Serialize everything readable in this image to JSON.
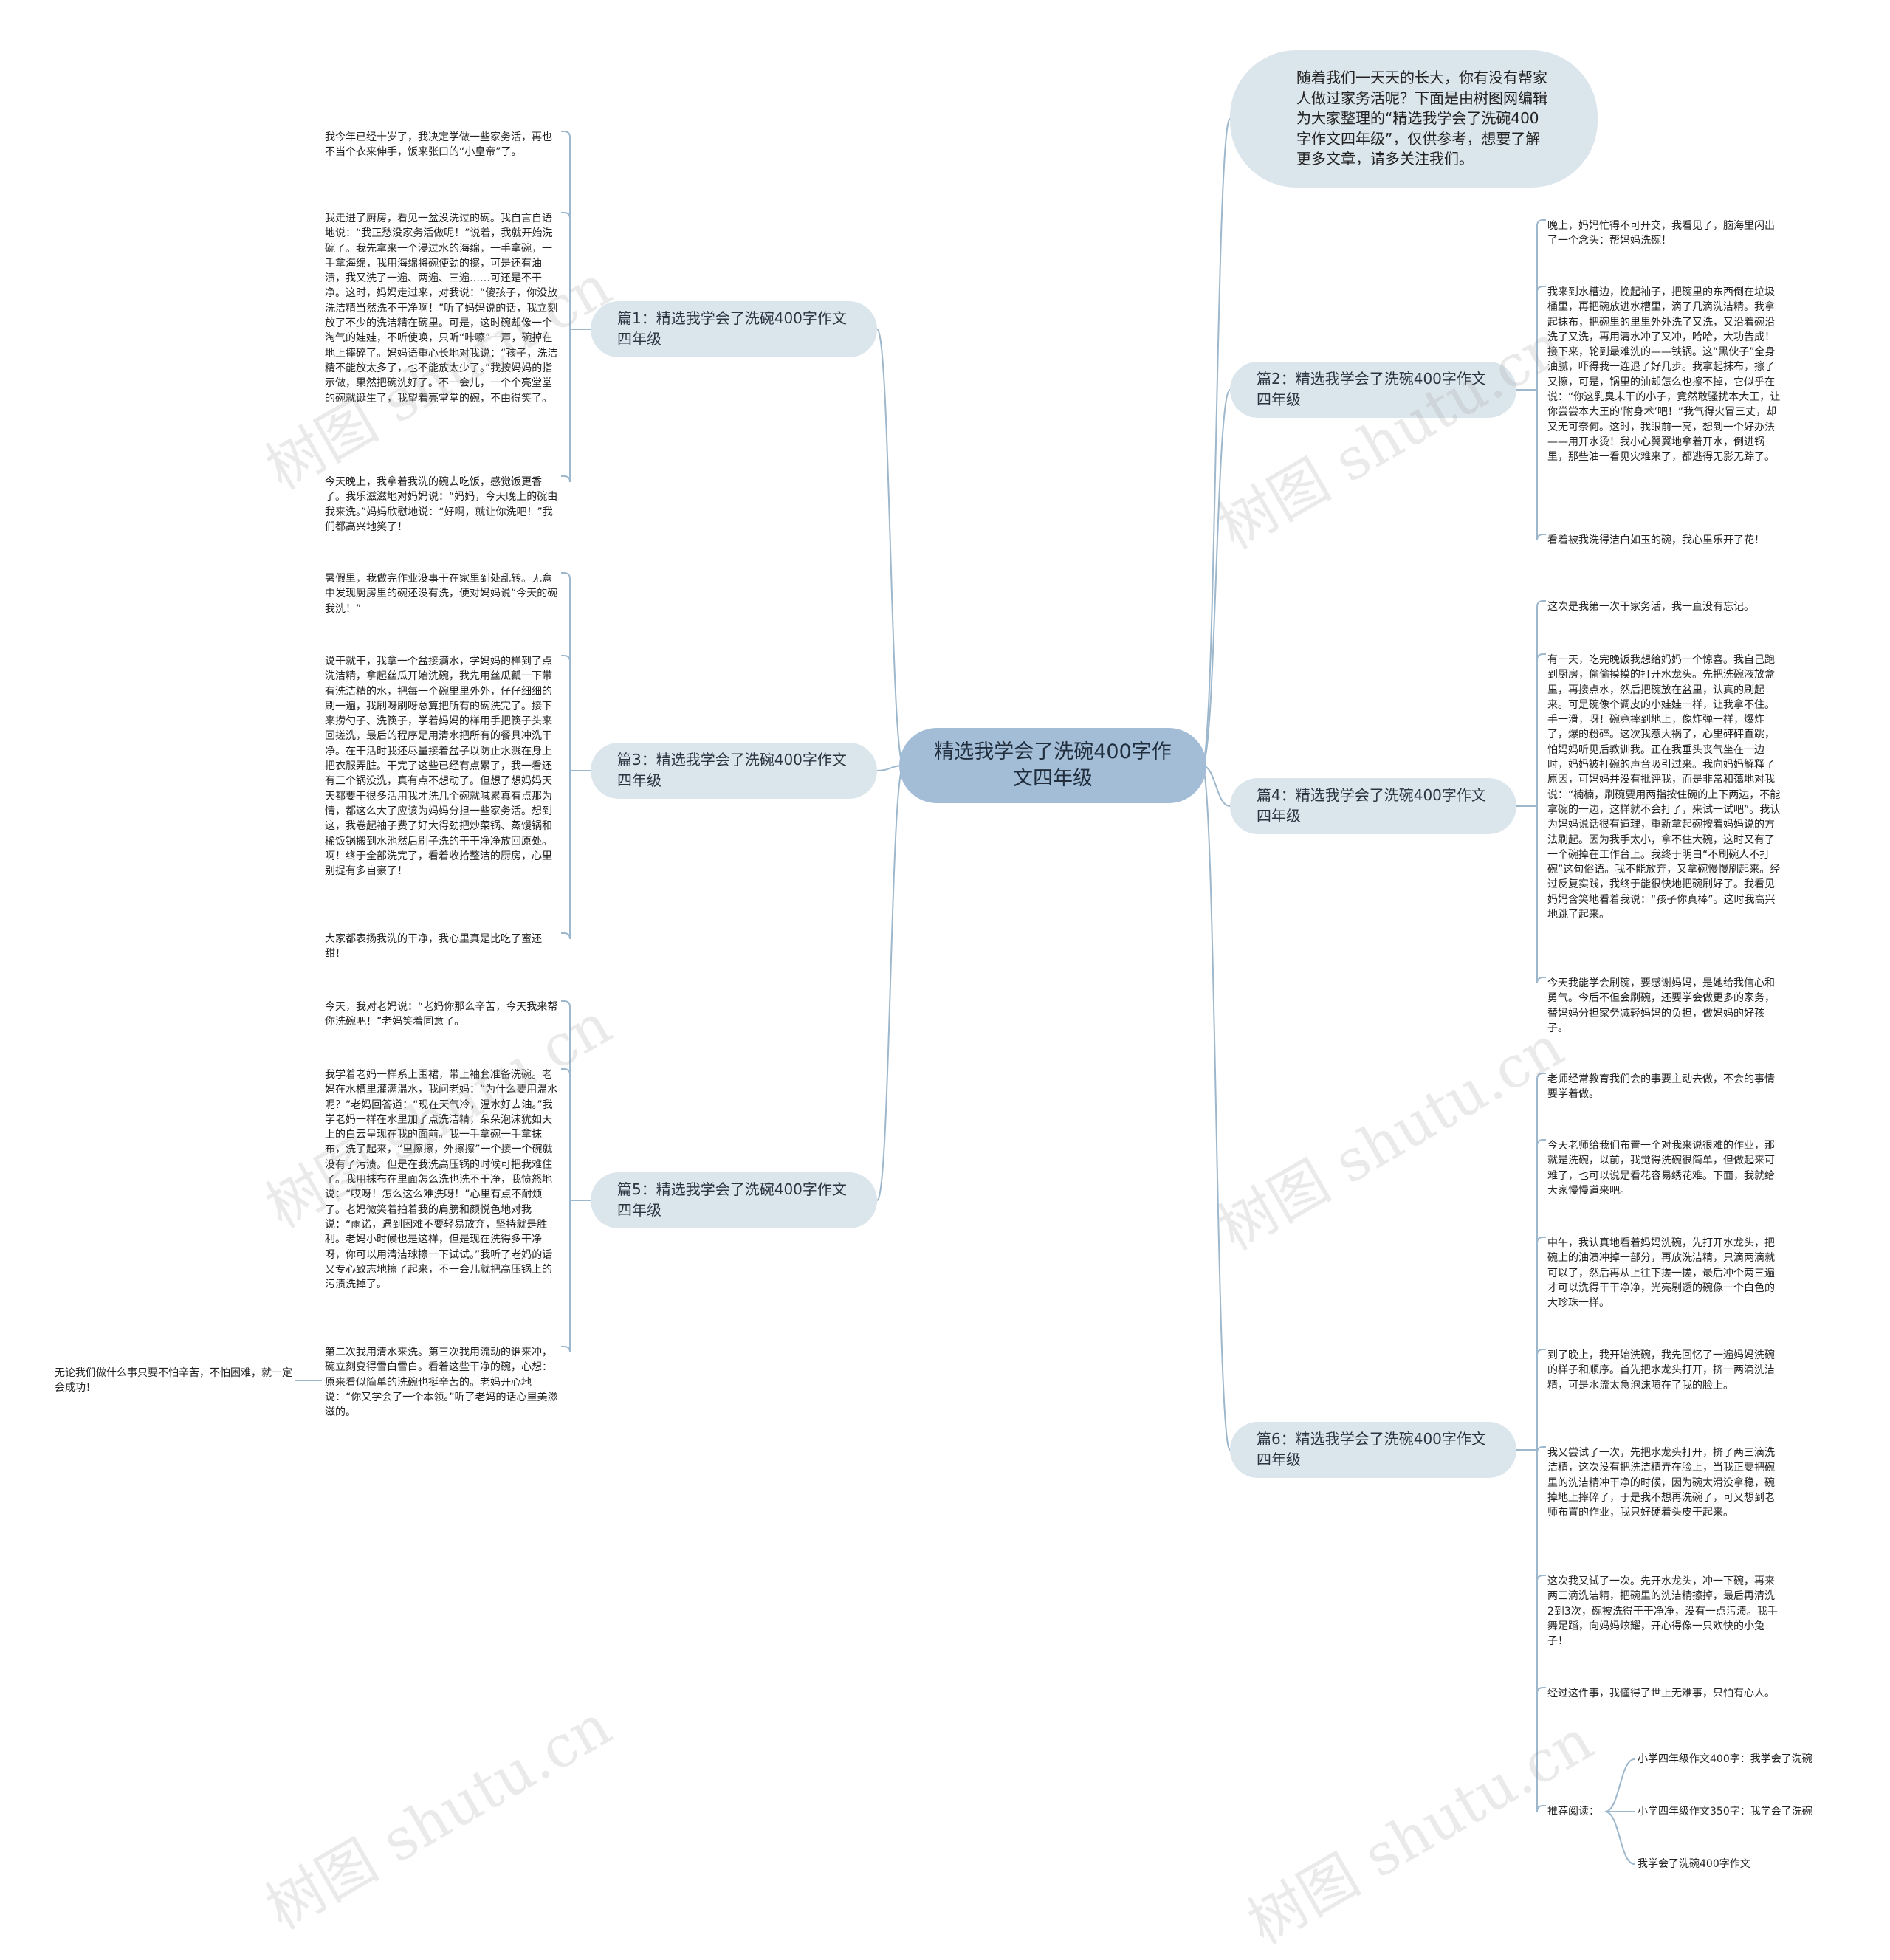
{
  "root": {
    "title": "精选我学会了洗碗400字作文四年级"
  },
  "intro": "随着我们一天天的长大，你有没有帮家人做过家务活呢？下面是由树图网编辑为大家整理的“精选我学会了洗碗400字作文四年级”，仅供参考，想要了解更多文章，请多关注我们。",
  "branches": {
    "b1": {
      "title": "篇1：精选我学会了洗碗400字作文四年级",
      "leaves": [
        "我今年已经十岁了，我决定学做一些家务活，再也不当个衣来伸手，饭来张口的“小皇帝”了。",
        "我走进了厨房，看见一盆没洗过的碗。我自言自语地说：“我正愁没家务活做呢！”说着，我就开始洗碗了。我先拿来一个浸过水的海绵，一手拿碗，一手拿海绵，我用海绵将碗使劲的擦，可是还有油渍，我又洗了一遍、两遍、三遍……可还是不干净。这时，妈妈走过来，对我说：“傻孩子，你没放洗洁精当然洗不干净啊！”听了妈妈说的话，我立刻放了不少的洗洁精在碗里。可是，这时碗却像一个淘气的娃娃，不听使唤，只听“咔嚓”一声，碗掉在地上摔碎了。妈妈语重心长地对我说：“孩子，洗洁精不能放太多了，也不能放太少了。”我按妈妈的指示做，果然把碗洗好了。不一会儿，一个个亮堂堂的碗就诞生了，我望着亮堂堂的碗，不由得笑了。",
        "今天晚上，我拿着我洗的碗去吃饭，感觉饭更香了。我乐滋滋地对妈妈说：“妈妈，今天晚上的碗由我来洗。”妈妈欣慰地说：“好啊，就让你洗吧！”我们都高兴地笑了！"
      ]
    },
    "b3": {
      "title": "篇3：精选我学会了洗碗400字作文四年级",
      "leaves": [
        "暑假里，我做完作业没事干在家里到处乱转。无意中发现厨房里的碗还没有洗，便对妈妈说“今天的碗我洗！”",
        "说干就干，我拿一个盆接满水，学妈妈的样到了点洗洁精，拿起丝瓜开始洗碗，我先用丝瓜瓤一下带有洗洁精的水，把每一个碗里里外外，仔仔细细的刷一遍，我刷呀刷呀总算把所有的碗洗完了。接下来捞勺子、洗筷子，学着妈妈的样用手把筷子头来回搓洗，最后的程序是用清水把所有的餐具冲洗干净。在干活时我还尽量接着盆子以防止水溅在身上把衣服弄脏。干完了这些已经有点累了，我一看还有三个锅没洗，真有点不想动了。但想了想妈妈天天都要干很多活用我才洗几个碗就喊累真有点那为情，都这么大了应该为妈妈分担一些家务活。想到这，我卷起袖子费了好大得劲把炒菜锅、蒸馒锅和稀饭锅搬到水池然后刷子洗的干干净净放回原处。啊！终于全部洗完了，看着收拾整洁的厨房，心里别提有多自豪了！",
        "大家都表扬我洗的干净，我心里真是比吃了蜜还甜！"
      ]
    },
    "b5": {
      "title": "篇5：精选我学会了洗碗400字作文四年级",
      "leaves": [
        "今天，我对老妈说：“老妈你那么辛苦，今天我来帮你洗碗吧！”老妈笑着同意了。",
        "我学着老妈一样系上围裙，带上袖套准备洗碗。老妈在水槽里灌满温水，我问老妈：“为什么要用温水呢？”老妈回答道：“现在天气冷，温水好去油。”我学老妈一样在水里加了点洗洁精，朵朵泡沫犹如天上的白云呈现在我的面前。我一手拿碗一手拿抹布，洗了起来，“里擦擦，外擦擦”一个接一个碗就没有了污渍。但是在我洗高压锅的时候可把我难住了。我用抹布在里面怎么洗也洗不干净，我愤怒地说：“哎呀！怎么这么难洗呀！”心里有点不耐烦了。老妈微笑着拍着我的肩膀和颜悦色地对我说：“雨诺，遇到困难不要轻易放弃，坚持就是胜利。老妈小时候也是这样，但是现在洗得多干净呀，你可以用清洁球擦一下试试。”我听了老妈的话又专心致志地擦了起来，不一会儿就把高压锅上的污渍洗掉了。",
        "第二次我用清水来洗。第三次我用流动的谁来冲，碗立刻变得雪白雪白。看着这些干净的碗，心想：原来看似简单的洗碗也挺辛苦的。老妈开心地说：“你又学会了一个本领。”听了老妈的话心里美滋滋的。"
      ],
      "sub_leaf": "无论我们做什么事只要不怕辛苦，不怕困难，就一定会成功！"
    },
    "b2": {
      "title": "篇2：精选我学会了洗碗400字作文四年级",
      "leaves": [
        "晚上，妈妈忙得不可开交，我看见了，脑海里闪出了一个念头：帮妈妈洗碗！",
        "我来到水槽边，挽起袖子，把碗里的东西倒在垃圾桶里，再把碗放进水槽里，滴了几滴洗洁精。我拿起抹布，把碗里的里里外外洗了又洗，又沿着碗沿洗了又洗，再用清水冲了又冲，哈哈，大功告成！接下来，轮到最难洗的——铁锅。这“黑伙子”全身油腻，吓得我一连退了好几步。我拿起抹布，擦了又擦，可是，锅里的油却怎么也擦不掉，它似乎在说：“你这乳臭未干的小子，竟然敢骚扰本大王，让你尝尝本大王的‘附身术’吧！”我气得火冒三丈，却又无可奈何。这时，我眼前一亮，想到一个好办法——用开水烫！我小心翼翼地拿着开水，倒进锅里，那些油一看见灾难来了，都逃得无影无踪了。",
        "看着被我洗得洁白如玉的碗，我心里乐开了花！"
      ]
    },
    "b4": {
      "title": "篇4：精选我学会了洗碗400字作文四年级",
      "leaves": [
        "这次是我第一次干家务活，我一直没有忘记。",
        "有一天，吃完晚饭我想给妈妈一个惊喜。我自己跑到厨房，偷偷摸摸的打开水龙头。先把洗碗液放盒里，再接点水，然后把碗放在盆里，认真的刷起来。可是碗像个调皮的小娃娃一样，让我拿不住。手一滑，呀！碗竟摔到地上，像炸弹一样，爆炸了，爆的粉碎。这次我惹大祸了，心里砰砰直跳，怕妈妈听见后教训我。正在我垂头丧气坐在一边时，妈妈被打碗的声音吸引过来。我向妈妈解释了原因，可妈妈并没有批评我，而是非常和蔼地对我说：“楠楠，刷碗要用两指按住碗的上下两边，不能拿碗的一边，这样就不会打了，来试一试吧”。我认为妈妈说话很有道理，重新拿起碗按着妈妈说的方法刷起。因为我手太小，拿不住大碗，这时又有了一个碗掉在工作台上。我终于明白“不刷碗人不打碗”这句俗语。我不能放弃，又拿碗慢慢刷起来。经过反复实践，我终于能很快地把碗刷好了。我看见妈妈含笑地看着我说：“孩子你真棒”。这时我高兴地跳了起来。",
        "今天我能学会刷碗，要感谢妈妈，是她给我信心和勇气。今后不但会刷碗，还要学会做更多的家务，替妈妈分担家务减轻妈妈的负担，做妈妈的好孩子。"
      ]
    },
    "b6": {
      "title": "篇6：精选我学会了洗碗400字作文四年级",
      "leaves": [
        "老师经常教育我们会的事要主动去做，不会的事情要学着做。",
        "今天老师给我们布置一个对我来说很难的作业，那就是洗碗，以前，我觉得洗碗很简单，但做起来可难了，也可以说是看花容易绣花难。下面，我就给大家慢慢道来吧。",
        "中午，我认真地看着妈妈洗碗，先打开水龙头，把碗上的油渍冲掉一部分，再放洗洁精，只滴两滴就可以了，然后再从上往下搓一搓，最后冲个两三遍才可以洗得干干净净，光亮剔透的碗像一个白色的大珍珠一样。",
        "到了晚上，我开始洗碗，我先回忆了一遍妈妈洗碗的样子和顺序。首先把水龙头打开，挤一两滴洗洁精，可是水流太急泡沫喷在了我的脸上。",
        "我又尝试了一次，先把水龙头打开，挤了两三滴洗洁精，这次没有把洗洁精弄在脸上，当我正要把碗里的洗洁精冲干净的时候，因为碗太滑没拿稳，碗掉地上摔碎了，于是我不想再洗碗了，可又想到老师布置的作业，我只好硬着头皮干起来。",
        "这次我又试了一次。先开水龙头，冲一下碗，再来两三滴洗洁精，把碗里的洗洁精擦掉，最后再清洗2到3次，碗被洗得干干净净，没有一点污渍。我手舞足蹈，向妈妈炫耀，开心得像一只欢快的小兔子！",
        "经过这件事，我懂得了世上无难事，只怕有心人。"
      ],
      "recommend": {
        "label": "推荐阅读：",
        "items": [
          "小学四年级作文400字：我学会了洗碗",
          "小学四年级作文350字：我学会了洗碗",
          "我学会了洗碗400字作文"
        ]
      }
    }
  },
  "watermarks": [
    "树图 shutu.cn",
    "树图 shutu.cn",
    "树图 shutu.cn",
    "树图 shutu.cn",
    "树图 shutu.cn",
    "树图 shutu.cn"
  ],
  "colors": {
    "link": "#9db7cc",
    "root_fill": "#a3bdd6",
    "branch_fill": "#dbe5ec"
  }
}
